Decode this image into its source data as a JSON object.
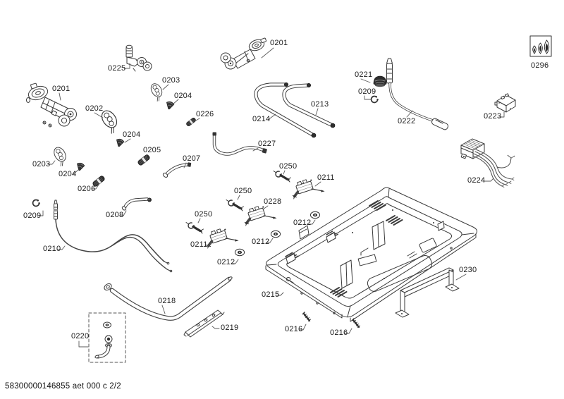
{
  "footer": {
    "code": "58300000146855 aet 000 c 2/2"
  },
  "labels": [
    "0201",
    "0225",
    "0203",
    "0221",
    "0296",
    "0201",
    "0204",
    "0209",
    "0202",
    "0213",
    "0226",
    "0223",
    "0214",
    "0222",
    "0204",
    "0227",
    "0205",
    "0207",
    "0203",
    "0250",
    "0204",
    "0211",
    "0224",
    "0206",
    "0250",
    "0228",
    "0209",
    "0208",
    "0250",
    "0212",
    "0211",
    "0212",
    "0210",
    "0212",
    "0230",
    "0215",
    "0218",
    "0216",
    "0219",
    "0216",
    "0220"
  ]
}
